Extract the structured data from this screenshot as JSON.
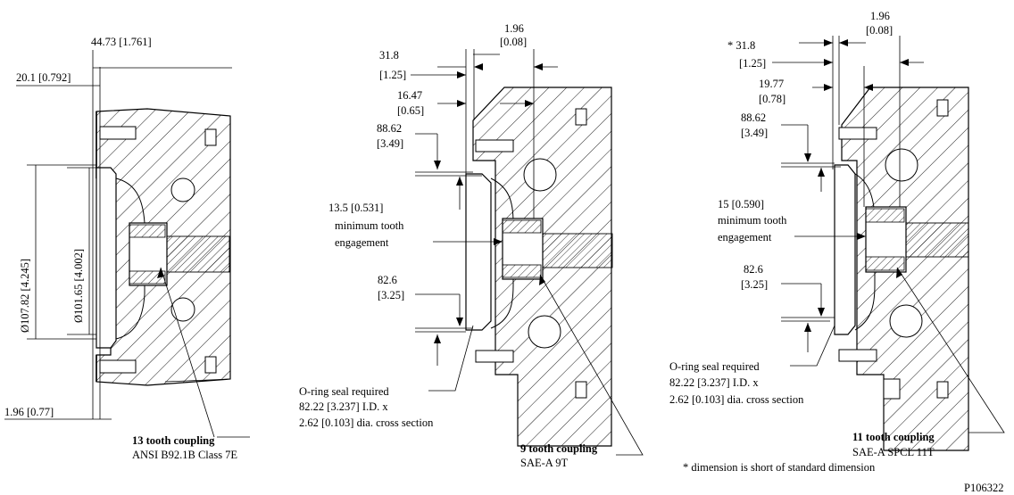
{
  "left": {
    "dim_top": "44.73 [1.761]",
    "dim_second": "20.1 [0.792]",
    "dim_dia_outer": "Ø107.82 [4.245]",
    "dim_dia_inner": "Ø101.65 [4.002]",
    "dim_bottom": "1.96 [0.77]",
    "coupling_title": "13 tooth coupling",
    "coupling_sub": "ANSI B92.1B Class 7E"
  },
  "middle": {
    "dim_top_a": "1.96",
    "dim_top_b": "[0.08]",
    "dim_318_a": "31.8",
    "dim_318_b": "[1.25]",
    "dim_1647_a": "16.47",
    "dim_1647_b": "[0.65]",
    "dim_8862_a": "88.62",
    "dim_8862_b": "[3.49]",
    "engage_a": "13.5 [0.531]",
    "engage_b": "minimum tooth",
    "engage_c": "engagement",
    "dim_826_a": "82.6",
    "dim_826_b": "[3.25]",
    "oring_a": "O-ring seal required",
    "oring_b": "82.22 [3.237] I.D. x",
    "oring_c": "2.62 [0.103] dia. cross section",
    "coupling_title": "9 tooth coupling",
    "coupling_sub": "SAE-A 9T"
  },
  "right": {
    "dim_top_a": "1.96",
    "dim_top_b": "[0.08]",
    "dim_318_a": "* 31.8",
    "dim_318_b": "[1.25]",
    "dim_1977_a": "19.77",
    "dim_1977_b": "[0.78]",
    "dim_8862_a": "88.62",
    "dim_8862_b": "[3.49]",
    "engage_a": "15 [0.590]",
    "engage_b": "minimum tooth",
    "engage_c": "engagement",
    "dim_826_a": "82.6",
    "dim_826_b": "[3.25]",
    "oring_a": "O-ring seal required",
    "oring_b": "82.22 [3.237] I.D. x",
    "oring_c": "2.62 [0.103] dia. cross section",
    "coupling_title": "11 tooth coupling",
    "coupling_sub": "SAE-A SPCL 11T",
    "footnote": "* dimension is short of standard dimension"
  },
  "drawing_number": "P106322"
}
